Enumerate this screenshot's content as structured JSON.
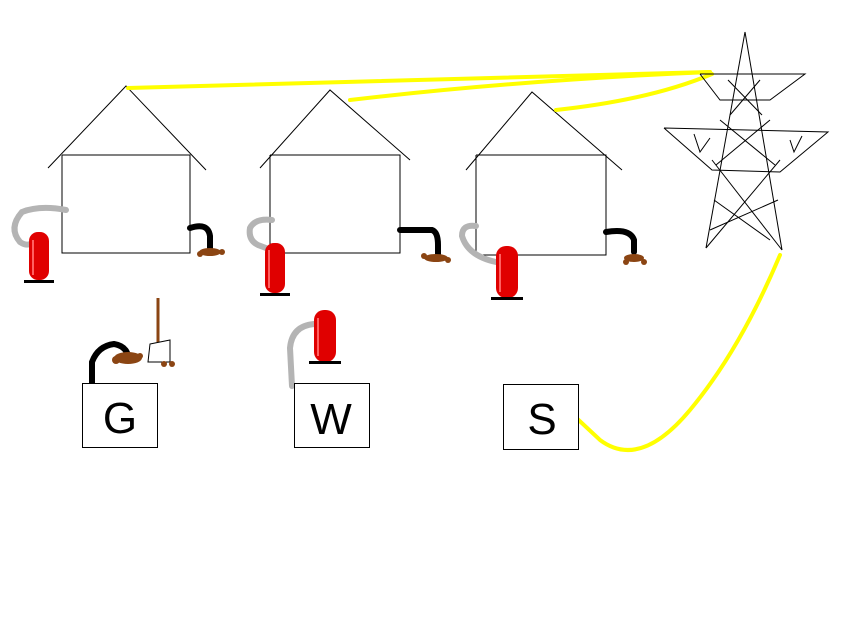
{
  "colors": {
    "background": "#ffffff",
    "power_line": "#ffff00",
    "water_pipe": "#b4b4b4",
    "sewage_pipe": "#000000",
    "sewage": "#8b4513",
    "hydrant": "#e00000"
  },
  "boxes": {
    "gas": {
      "label": "G"
    },
    "water": {
      "label": "W"
    },
    "supply": {
      "label": "S"
    }
  }
}
